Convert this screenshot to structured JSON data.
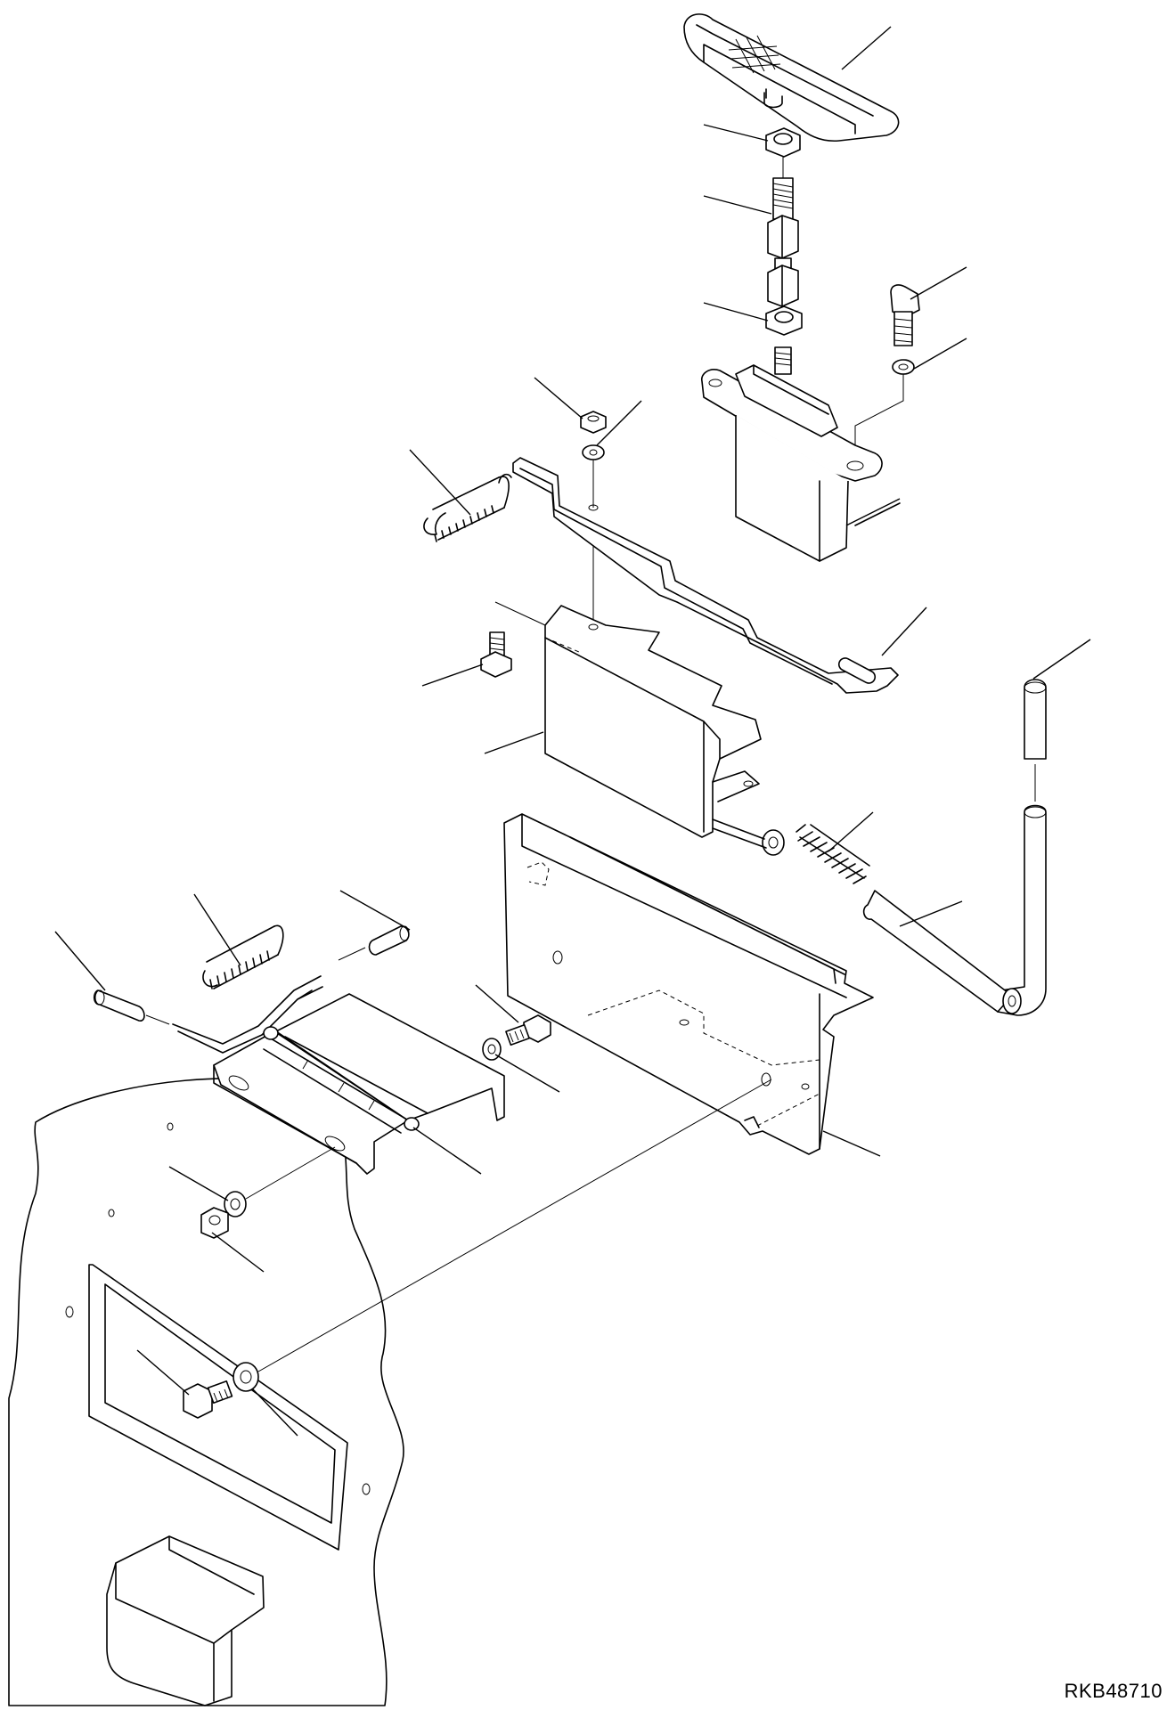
{
  "drawing": {
    "id_label": "RKB48710",
    "type": "exploded parts diagram",
    "line_color": "#000000",
    "background": "#ffffff"
  },
  "parts": [
    {
      "name": "pedal-pad"
    },
    {
      "name": "upper-nut"
    },
    {
      "name": "adjuster-rod"
    },
    {
      "name": "lower-nut"
    },
    {
      "name": "mounting-bolt-top"
    },
    {
      "name": "lock-washer-top"
    },
    {
      "name": "master-cylinder"
    },
    {
      "name": "small-nut"
    },
    {
      "name": "small-washer"
    },
    {
      "name": "upper-tension-spring"
    },
    {
      "name": "link-plate"
    },
    {
      "name": "flange-bolt"
    },
    {
      "name": "bracket"
    },
    {
      "name": "lock-pin-handle"
    },
    {
      "name": "compression-spring"
    },
    {
      "name": "lock-rod"
    },
    {
      "name": "pivot-pin-right"
    },
    {
      "name": "lower-tension-spring"
    },
    {
      "name": "pivot-pin-left"
    },
    {
      "name": "hinge-bolt"
    },
    {
      "name": "hinge-washer"
    },
    {
      "name": "hinge-assembly"
    },
    {
      "name": "support-plate"
    },
    {
      "name": "hinge-nut-washer"
    },
    {
      "name": "hinge-nut"
    },
    {
      "name": "base-bolt"
    },
    {
      "name": "base-washer"
    },
    {
      "name": "floor-panel"
    }
  ]
}
